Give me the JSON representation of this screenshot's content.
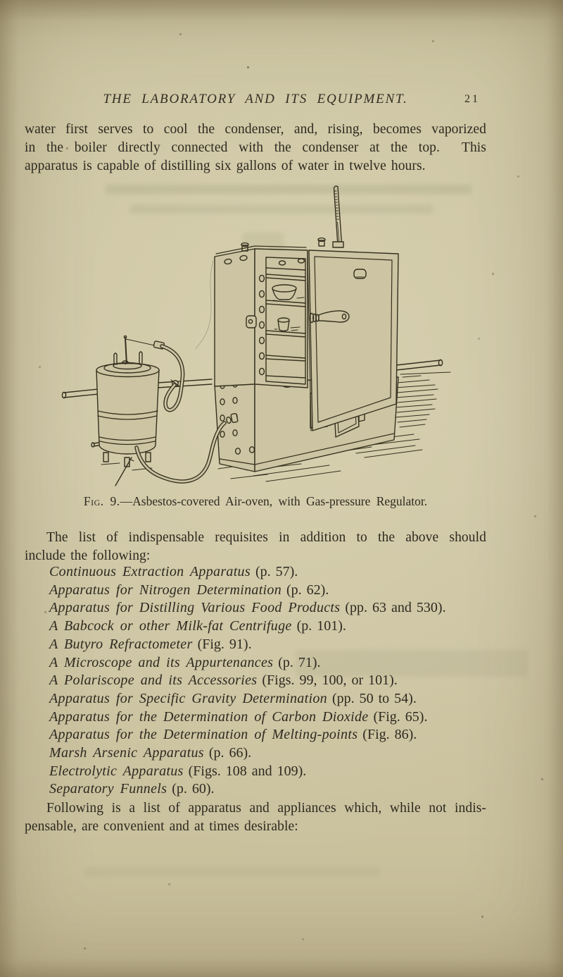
{
  "header": {
    "title": "THE LABORATORY AND ITS EQUIPMENT.",
    "page_number": "21"
  },
  "paragraphs": {
    "intro_lines": [
      "water first serves to cool the condenser, and, rising, becomes vaporized",
      "in the boiler directly connected with the condenser at the top.  This",
      "apparatus is capable of distilling six gallons of water in twelve hours."
    ],
    "list_intro_lines": [
      "The list of indispensable requisites in addition to the above should",
      "include the following:"
    ],
    "closing_lines": [
      "Following is a list of apparatus and appliances which, while not indis-",
      "pensable, are convenient and at times desirable:"
    ]
  },
  "figure": {
    "caption": "Fig. 9.—Asbestos-covered Air-oven, with Gas-pressure Regulator.",
    "caption_label": "Fig. 9.",
    "caption_rest": "—Asbestos-covered Air-oven, with Gas-pressure Regulator."
  },
  "apparatus_list": [
    {
      "name": "Continuous Extraction Apparatus",
      "ref": " (p. 57)."
    },
    {
      "name": "Apparatus for Nitrogen Determination",
      "ref": " (p. 62)."
    },
    {
      "name": "Apparatus for Distilling Various Food Products",
      "ref": " (pp. 63 and 530)."
    },
    {
      "name": "A Babcock or other Milk-fat Centrifuge",
      "ref": " (p. 101)."
    },
    {
      "name": "A Butyro Refractometer",
      "ref": " (Fig. 91)."
    },
    {
      "name": "A Microscope and its Appurtenances",
      "ref": " (p. 71)."
    },
    {
      "name": "A Polariscope and its Accessories",
      "ref": " (Figs. 99, 100, or 101)."
    },
    {
      "name": "Apparatus for Specific Gravity Determination",
      "ref": " (pp. 50 to 54)."
    },
    {
      "name": "Apparatus for the Determination of Carbon Dioxide",
      "ref": " (Fig. 65)."
    },
    {
      "name": "Apparatus for the Determination of Melting-points",
      "ref": " (Fig. 86)."
    },
    {
      "name": "Marsh Arsenic Apparatus",
      "ref": " (p. 66)."
    },
    {
      "name": "Electrolytic Apparatus",
      "ref": " (Figs. 108 and 109)."
    },
    {
      "name": "Separatory Funnels",
      "ref": " (p. 60)."
    }
  ],
  "colors": {
    "paper": "#ccc4a2",
    "ink": "#2e2920"
  }
}
